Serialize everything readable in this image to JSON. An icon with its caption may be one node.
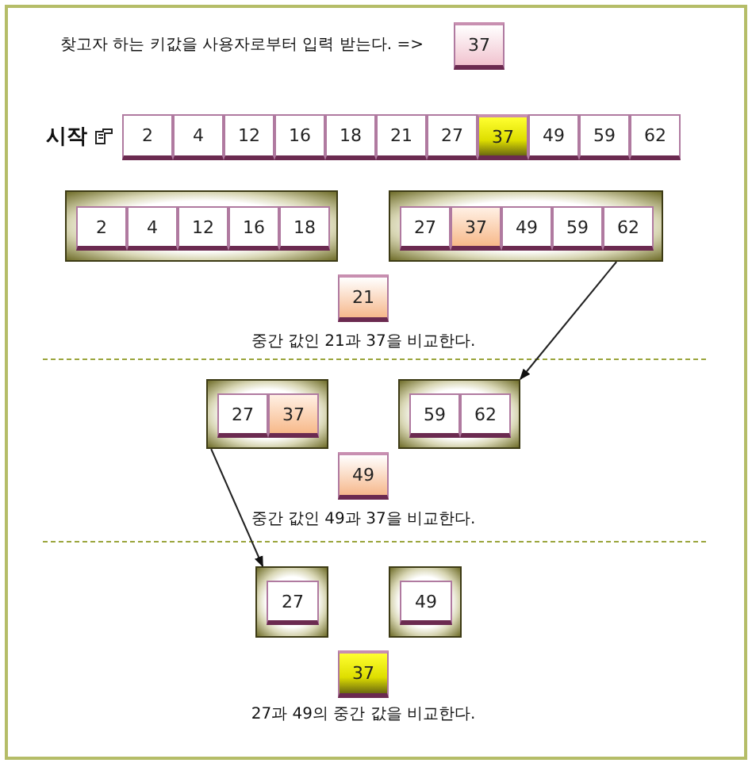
{
  "diagram": {
    "nodes": [
      {
        "text": [
          "37"
        ]
      },
      {
        "text": [
          "2"
        ]
      },
      {
        "text": [
          "4"
        ]
      },
      {
        "text": [
          "12"
        ]
      },
      {
        "text": [
          "16"
        ]
      },
      {
        "text": [
          "18"
        ]
      },
      {
        "text": [
          "21"
        ]
      },
      {
        "text": [
          "27"
        ]
      },
      {
        "text": [
          "37"
        ]
      },
      {
        "text": [
          "49"
        ]
      },
      {
        "text": [
          "59"
        ]
      },
      {
        "text": [
          "62"
        ]
      },
      {
        "text": [],
        "shape": "box"
      },
      {
        "text": [
          "2"
        ],
        "in": 12
      },
      {
        "text": [
          "4"
        ],
        "in": 12
      },
      {
        "text": [
          "12"
        ],
        "in": 12
      },
      {
        "text": [
          "16"
        ],
        "in": 12
      },
      {
        "text": [
          "18"
        ],
        "in": 12
      },
      {
        "text": [],
        "shape": "box"
      },
      {
        "text": [
          "27"
        ],
        "in": 18
      },
      {
        "text": [
          "37"
        ],
        "in": 18
      },
      {
        "text": [
          "49"
        ],
        "in": 18
      },
      {
        "text": [
          "59"
        ],
        "in": 18
      },
      {
        "text": [
          "62"
        ],
        "in": 18
      },
      {
        "text": [
          "21"
        ],
        "beside": [
          "중간 값인 21과 37을 비교한다."
        ]
      },
      {
        "text": [],
        "shape": "box"
      },
      {
        "text": [
          "27"
        ],
        "in": 25
      },
      {
        "text": [
          "37"
        ],
        "in": 25
      },
      {
        "text": [],
        "shape": "box"
      },
      {
        "text": [
          "59"
        ],
        "in": 28
      },
      {
        "text": [
          "62"
        ],
        "in": 28
      },
      {
        "text": [
          "49"
        ],
        "beside": [
          "중간 값인 49과 37을 비교한다."
        ]
      },
      {
        "text": [],
        "shape": "box"
      },
      {
        "text": [
          "27"
        ],
        "in": 32
      },
      {
        "text": [],
        "shape": "box"
      },
      {
        "text": [
          "49"
        ],
        "in": 34
      },
      {
        "text": [
          "37"
        ],
        "beside": [
          "27과 49의 중간 값을 비교한다."
        ]
      }
    ],
    "edges": [
      {
        "from": 18,
        "to": 28,
        "arrow": "to"
      },
      {
        "from": 25,
        "to": 32,
        "arrow": "to"
      }
    ],
    "labels": [
      "찾고자 하는 키값을 사용자로부터 입력 받는다. =>",
      "시작"
    ]
  }
}
